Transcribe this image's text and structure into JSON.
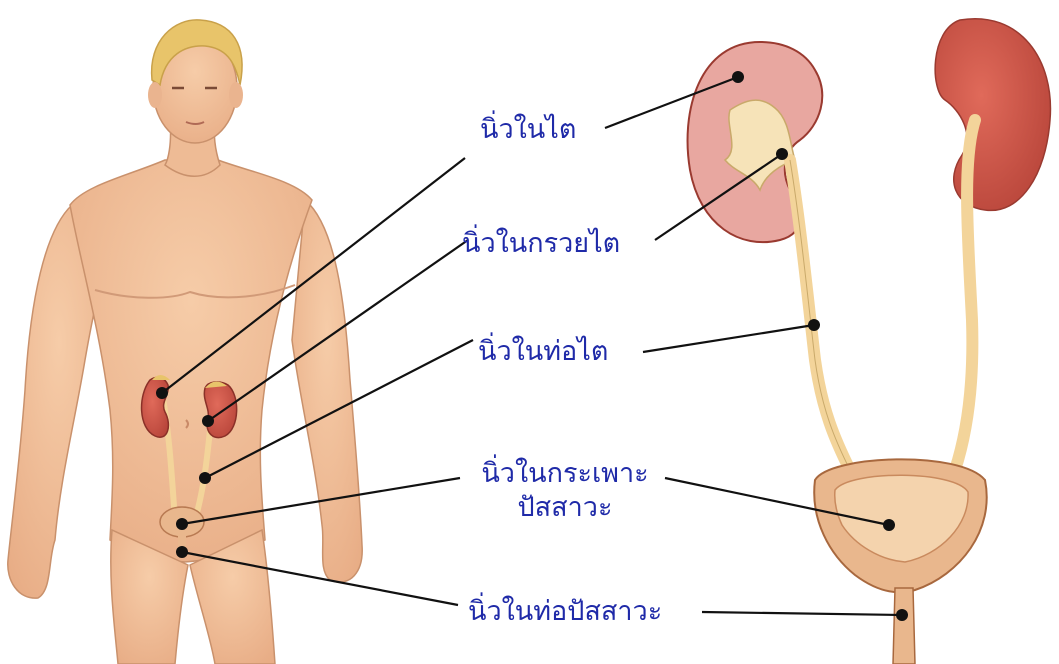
{
  "labels": {
    "kidney_stone": "นิ่วในไต",
    "renal_pelvis_stone": "นิ่วในกรวยไต",
    "ureter_stone": "นิ่วในท่อไต",
    "bladder_stone_line1": "นิ่วในกระเพาะ",
    "bladder_stone_line2": "ปัสสาวะ",
    "urethra_stone": "นิ่วในท่อปัสสาวะ"
  },
  "colors": {
    "label_text": "#1f2aa8",
    "skin": "#f2c19c",
    "skin_shadow": "#dda27c",
    "hair": "#e8c46a",
    "kidney": "#c95a4a",
    "kidney_cortex": "#e8a7a0",
    "ureter": "#f3d49a",
    "bladder": "#e9b78d",
    "leader_line": "#111111"
  }
}
